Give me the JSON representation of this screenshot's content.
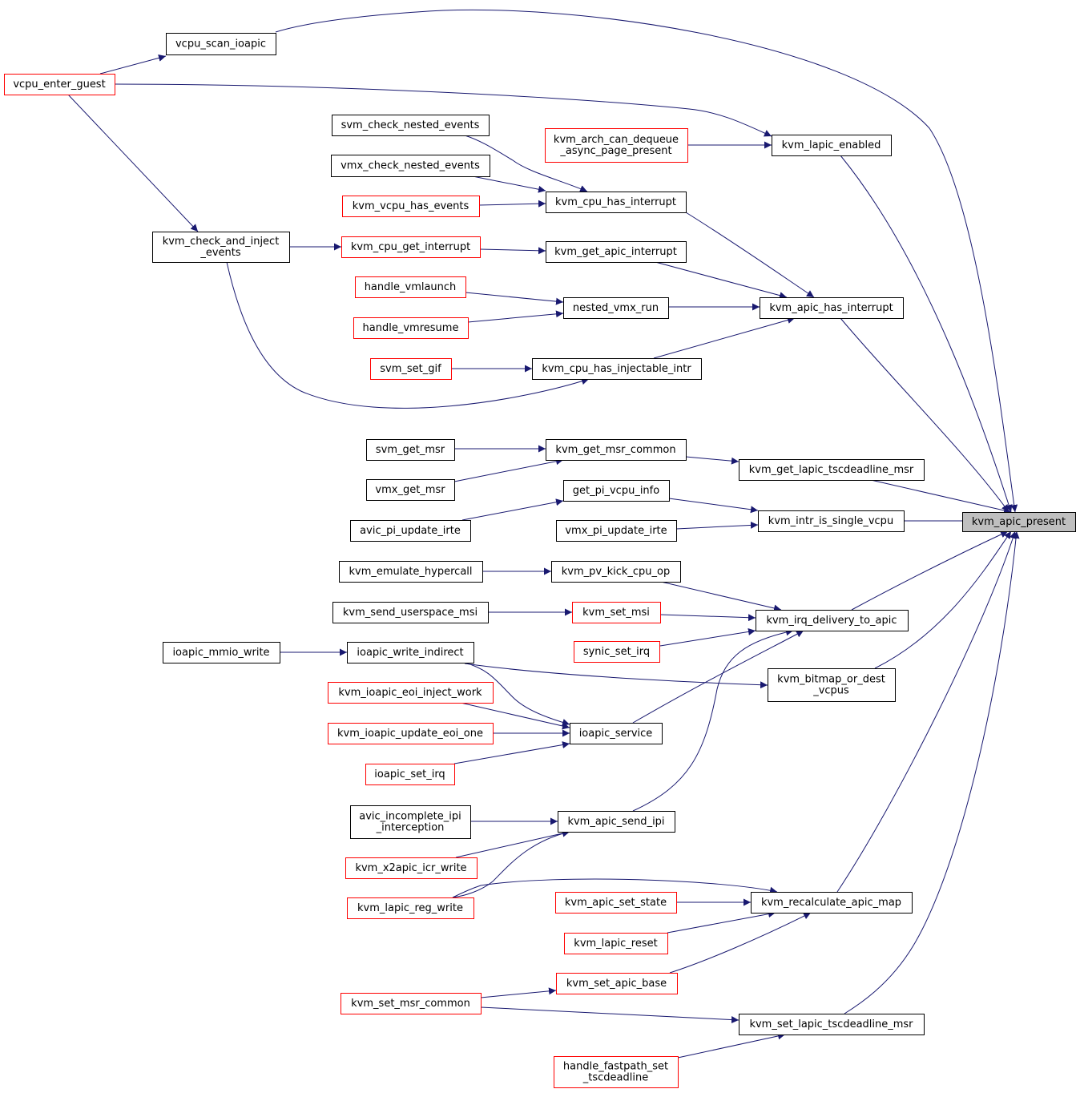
{
  "colors": {
    "edge": "#191970",
    "border_default": "#000000",
    "border_truncated": "#ff0000",
    "focus_fill": "#bfbfbf",
    "fill": "#ffffff"
  },
  "nodes": [
    {
      "id": "kvm_apic_present",
      "lines": [
        "kvm_apic_present"
      ],
      "style": "focus"
    },
    {
      "id": "vcpu_scan_ioapic",
      "lines": [
        "vcpu_scan_ioapic"
      ],
      "style": "normal"
    },
    {
      "id": "vcpu_enter_guest",
      "lines": [
        "vcpu_enter_guest"
      ],
      "style": "truncated"
    },
    {
      "id": "kvm_lapic_enabled",
      "lines": [
        "kvm_lapic_enabled"
      ],
      "style": "normal"
    },
    {
      "id": "kvm_arch_can_dequeue",
      "lines": [
        "kvm_arch_can_dequeue",
        "_async_page_present"
      ],
      "style": "truncated"
    },
    {
      "id": "svm_check_nested_events",
      "lines": [
        "svm_check_nested_events"
      ],
      "style": "normal"
    },
    {
      "id": "vmx_check_nested_events",
      "lines": [
        "vmx_check_nested_events"
      ],
      "style": "normal"
    },
    {
      "id": "kvm_vcpu_has_events",
      "lines": [
        "kvm_vcpu_has_events"
      ],
      "style": "truncated"
    },
    {
      "id": "kvm_cpu_has_interrupt",
      "lines": [
        "kvm_cpu_has_interrupt"
      ],
      "style": "normal"
    },
    {
      "id": "kvm_check_and_inject_events",
      "lines": [
        "kvm_check_and_inject",
        "_events"
      ],
      "style": "normal"
    },
    {
      "id": "kvm_cpu_get_interrupt",
      "lines": [
        "kvm_cpu_get_interrupt"
      ],
      "style": "truncated"
    },
    {
      "id": "kvm_get_apic_interrupt",
      "lines": [
        "kvm_get_apic_interrupt"
      ],
      "style": "normal"
    },
    {
      "id": "handle_vmlaunch",
      "lines": [
        "handle_vmlaunch"
      ],
      "style": "truncated"
    },
    {
      "id": "handle_vmresume",
      "lines": [
        "handle_vmresume"
      ],
      "style": "truncated"
    },
    {
      "id": "nested_vmx_run",
      "lines": [
        "nested_vmx_run"
      ],
      "style": "normal"
    },
    {
      "id": "kvm_apic_has_interrupt",
      "lines": [
        "kvm_apic_has_interrupt"
      ],
      "style": "normal"
    },
    {
      "id": "svm_set_gif",
      "lines": [
        "svm_set_gif"
      ],
      "style": "truncated"
    },
    {
      "id": "kvm_cpu_has_injectable_intr",
      "lines": [
        "kvm_cpu_has_injectable_intr"
      ],
      "style": "normal"
    },
    {
      "id": "svm_get_msr",
      "lines": [
        "svm_get_msr"
      ],
      "style": "normal"
    },
    {
      "id": "kvm_get_msr_common",
      "lines": [
        "kvm_get_msr_common"
      ],
      "style": "normal"
    },
    {
      "id": "vmx_get_msr",
      "lines": [
        "vmx_get_msr"
      ],
      "style": "normal"
    },
    {
      "id": "kvm_get_lapic_tscdeadline_msr",
      "lines": [
        "kvm_get_lapic_tscdeadline_msr"
      ],
      "style": "normal"
    },
    {
      "id": "get_pi_vcpu_info",
      "lines": [
        "get_pi_vcpu_info"
      ],
      "style": "normal"
    },
    {
      "id": "avic_pi_update_irte",
      "lines": [
        "avic_pi_update_irte"
      ],
      "style": "normal"
    },
    {
      "id": "vmx_pi_update_irte",
      "lines": [
        "vmx_pi_update_irte"
      ],
      "style": "normal"
    },
    {
      "id": "kvm_intr_is_single_vcpu",
      "lines": [
        "kvm_intr_is_single_vcpu"
      ],
      "style": "normal"
    },
    {
      "id": "kvm_emulate_hypercall",
      "lines": [
        "kvm_emulate_hypercall"
      ],
      "style": "normal"
    },
    {
      "id": "kvm_pv_kick_cpu_op",
      "lines": [
        "kvm_pv_kick_cpu_op"
      ],
      "style": "normal"
    },
    {
      "id": "kvm_send_userspace_msi",
      "lines": [
        "kvm_send_userspace_msi"
      ],
      "style": "normal"
    },
    {
      "id": "kvm_set_msi",
      "lines": [
        "kvm_set_msi"
      ],
      "style": "truncated"
    },
    {
      "id": "kvm_irq_delivery_to_apic",
      "lines": [
        "kvm_irq_delivery_to_apic"
      ],
      "style": "normal"
    },
    {
      "id": "synic_set_irq",
      "lines": [
        "synic_set_irq"
      ],
      "style": "truncated"
    },
    {
      "id": "ioapic_mmio_write",
      "lines": [
        "ioapic_mmio_write"
      ],
      "style": "normal"
    },
    {
      "id": "ioapic_write_indirect",
      "lines": [
        "ioapic_write_indirect"
      ],
      "style": "normal"
    },
    {
      "id": "kvm_bitmap_or_dest_vcpus",
      "lines": [
        "kvm_bitmap_or_dest",
        "_vcpus"
      ],
      "style": "normal"
    },
    {
      "id": "kvm_ioapic_eoi_inject_work",
      "lines": [
        "kvm_ioapic_eoi_inject_work"
      ],
      "style": "truncated"
    },
    {
      "id": "kvm_ioapic_update_eoi_one",
      "lines": [
        "kvm_ioapic_update_eoi_one"
      ],
      "style": "truncated"
    },
    {
      "id": "ioapic_service",
      "lines": [
        "ioapic_service"
      ],
      "style": "normal"
    },
    {
      "id": "ioapic_set_irq",
      "lines": [
        "ioapic_set_irq"
      ],
      "style": "truncated"
    },
    {
      "id": "avic_incomplete_ipi_interception",
      "lines": [
        "avic_incomplete_ipi",
        "_interception"
      ],
      "style": "normal"
    },
    {
      "id": "kvm_apic_send_ipi",
      "lines": [
        "kvm_apic_send_ipi"
      ],
      "style": "normal"
    },
    {
      "id": "kvm_x2apic_icr_write",
      "lines": [
        "kvm_x2apic_icr_write"
      ],
      "style": "truncated"
    },
    {
      "id": "kvm_lapic_reg_write",
      "lines": [
        "kvm_lapic_reg_write"
      ],
      "style": "truncated"
    },
    {
      "id": "kvm_apic_set_state",
      "lines": [
        "kvm_apic_set_state"
      ],
      "style": "truncated"
    },
    {
      "id": "kvm_recalculate_apic_map",
      "lines": [
        "kvm_recalculate_apic_map"
      ],
      "style": "normal"
    },
    {
      "id": "kvm_lapic_reset",
      "lines": [
        "kvm_lapic_reset"
      ],
      "style": "truncated"
    },
    {
      "id": "kvm_set_apic_base",
      "lines": [
        "kvm_set_apic_base"
      ],
      "style": "truncated"
    },
    {
      "id": "kvm_set_msr_common",
      "lines": [
        "kvm_set_msr_common"
      ],
      "style": "truncated"
    },
    {
      "id": "kvm_set_lapic_tscdeadline_msr",
      "lines": [
        "kvm_set_lapic_tscdeadline_msr"
      ],
      "style": "normal"
    },
    {
      "id": "handle_fastpath_set_tscdeadline",
      "lines": [
        "handle_fastpath_set",
        "_tscdeadline"
      ],
      "style": "truncated"
    }
  ]
}
